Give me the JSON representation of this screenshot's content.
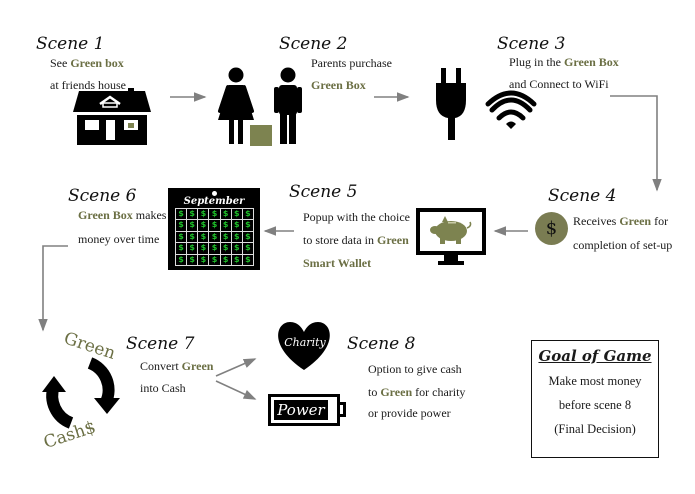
{
  "colors": {
    "accent_green": "#6b6f44",
    "box_green": "#7d8350",
    "arrow_gray": "#808080",
    "black": "#000000"
  },
  "scenes": [
    {
      "id": 1,
      "title": "Scene 1",
      "lines": [
        [
          "See ",
          "Green box",
          ""
        ],
        [
          "at friends house"
        ]
      ],
      "icon": "house-icon"
    },
    {
      "id": 2,
      "title": "Scene 2",
      "lines": [
        [
          "Parents purchase"
        ],
        [
          "",
          "Green Box",
          ""
        ]
      ],
      "icon": "parents-icon"
    },
    {
      "id": 3,
      "title": "Scene 3",
      "lines": [
        [
          "Plug in the ",
          "Green Box",
          ""
        ],
        [
          "and Connect to WiFi"
        ]
      ],
      "icon": "plug-wifi-icon"
    },
    {
      "id": 4,
      "title": "Scene 4",
      "lines": [
        [
          "Receives ",
          "Green",
          " for"
        ],
        [
          "completion of set-up"
        ]
      ],
      "icon": "dollar-coin-icon",
      "coin_symbol": "$"
    },
    {
      "id": 5,
      "title": "Scene 5",
      "lines": [
        [
          "Popup with the choice"
        ],
        [
          "to store data in ",
          "Green",
          ""
        ],
        [
          "",
          "Smart Wallet",
          ""
        ]
      ],
      "icon": "piggy-bank-monitor-icon"
    },
    {
      "id": 6,
      "title": "Scene 6",
      "lines": [
        [
          "",
          "Green Box",
          " makes"
        ],
        [
          "money over time"
        ]
      ],
      "icon": "calendar-icon",
      "calendar_month": "September",
      "calendar_cell": "$"
    },
    {
      "id": 7,
      "title": "Scene 7",
      "lines": [
        [
          "Convert ",
          "Green",
          ""
        ],
        [
          "into Cash"
        ]
      ],
      "icon": "cycle-icon",
      "cycle_top": "Green",
      "cycle_bottom": "Cash$"
    },
    {
      "id": 8,
      "title": "Scene 8",
      "lines": [
        [
          "Option to give cash"
        ],
        [
          "to ",
          "Green",
          " for charity"
        ],
        [
          "or provide power"
        ]
      ],
      "icon": "charity-power-icon",
      "heart_label": "Charity",
      "battery_label": "Power"
    }
  ],
  "goal": {
    "title": "Goal of Game",
    "lines": [
      "Make most money",
      "before scene 8",
      "(Final Decision)"
    ]
  }
}
